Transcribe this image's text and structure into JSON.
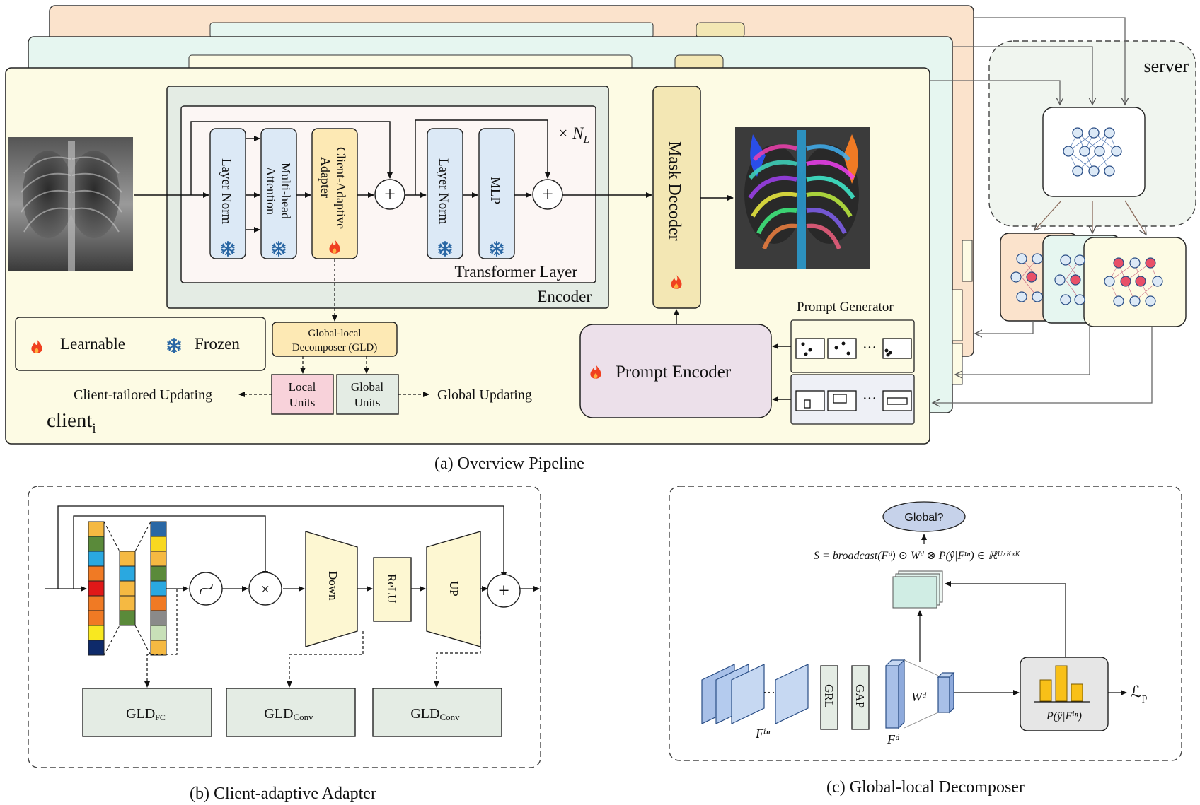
{
  "panel_a": {
    "caption": "(a) Overview Pipeline",
    "client_label": "client",
    "client_subscript": "i",
    "server_label": "server",
    "encoder_label": "Encoder",
    "transformer_label": "Transformer Layer",
    "repeat_times": "× N",
    "repeat_subscript": "L",
    "blocks": {
      "layer_norm_1": "Layer Norm",
      "multi_head_line1": "Multi-head",
      "multi_head_line2": "Attention",
      "adapter_line1": "Client-Adaptive",
      "adapter_line2": "Adapter",
      "layer_norm_2": "Layer Norm",
      "mlp": "MLP",
      "mask_decoder": "Mask Decoder"
    },
    "legend": {
      "learnable": "Learnable",
      "frozen": "Frozen"
    },
    "gld_line1": "Global-local",
    "gld_line2": "Decomposer (GLD)",
    "local_line1": "Local",
    "local_line2": "Units",
    "global_line1": "Global",
    "global_line2": "Units",
    "client_tailored": "Client-tailored Updating",
    "global_updating": "Global Updating",
    "prompt_generator": "Prompt Generator",
    "prompt_encoder": "Prompt Encoder",
    "ellipsis": "···"
  },
  "panel_b": {
    "caption": "(b) Client-adaptive Adapter",
    "down": "Down",
    "relu": "ReLU",
    "up": "UP",
    "gld_fc_main": "GLD",
    "gld_fc_sub": "FC",
    "gld_conv1_main": "GLD",
    "gld_conv1_sub": "Conv",
    "gld_conv2_main": "GLD",
    "gld_conv2_sub": "Conv"
  },
  "panel_c": {
    "caption": "(c) Global-local Decomposer",
    "global_q": "Global?",
    "formula": "S = broadcast(Fᵈ) ⊙ Wᵈ ⊗ P(ŷ|Fⁱⁿ) ∈ ℝᵁˣᴷˣᴷ",
    "grl": "GRL",
    "gap": "GAP",
    "f_in": "Fⁱⁿ",
    "f_d": "Fᵈ",
    "w_d": "Wᵈ",
    "prob": "P(ŷ|Fⁱⁿ)",
    "loss": "ℒ",
    "loss_sub": "p",
    "dots": "···"
  },
  "colors": {
    "client_bg": "#fdfbe4",
    "back_client_1": "#fbe3cc",
    "back_client_2": "#e6f6f0",
    "encoder_bg": "#e4ece4",
    "transformer_bg": "#fcf6f4",
    "frozen_block": "#dce9f6",
    "adapter_block": "#fde9b4",
    "mask_decoder": "#f3e7b4",
    "prompt_encoder": "#ece0ea",
    "local_units": "#f8d2da",
    "global_units": "#e4ece4",
    "flame": "#f04020",
    "snow": "#2a67a4"
  }
}
